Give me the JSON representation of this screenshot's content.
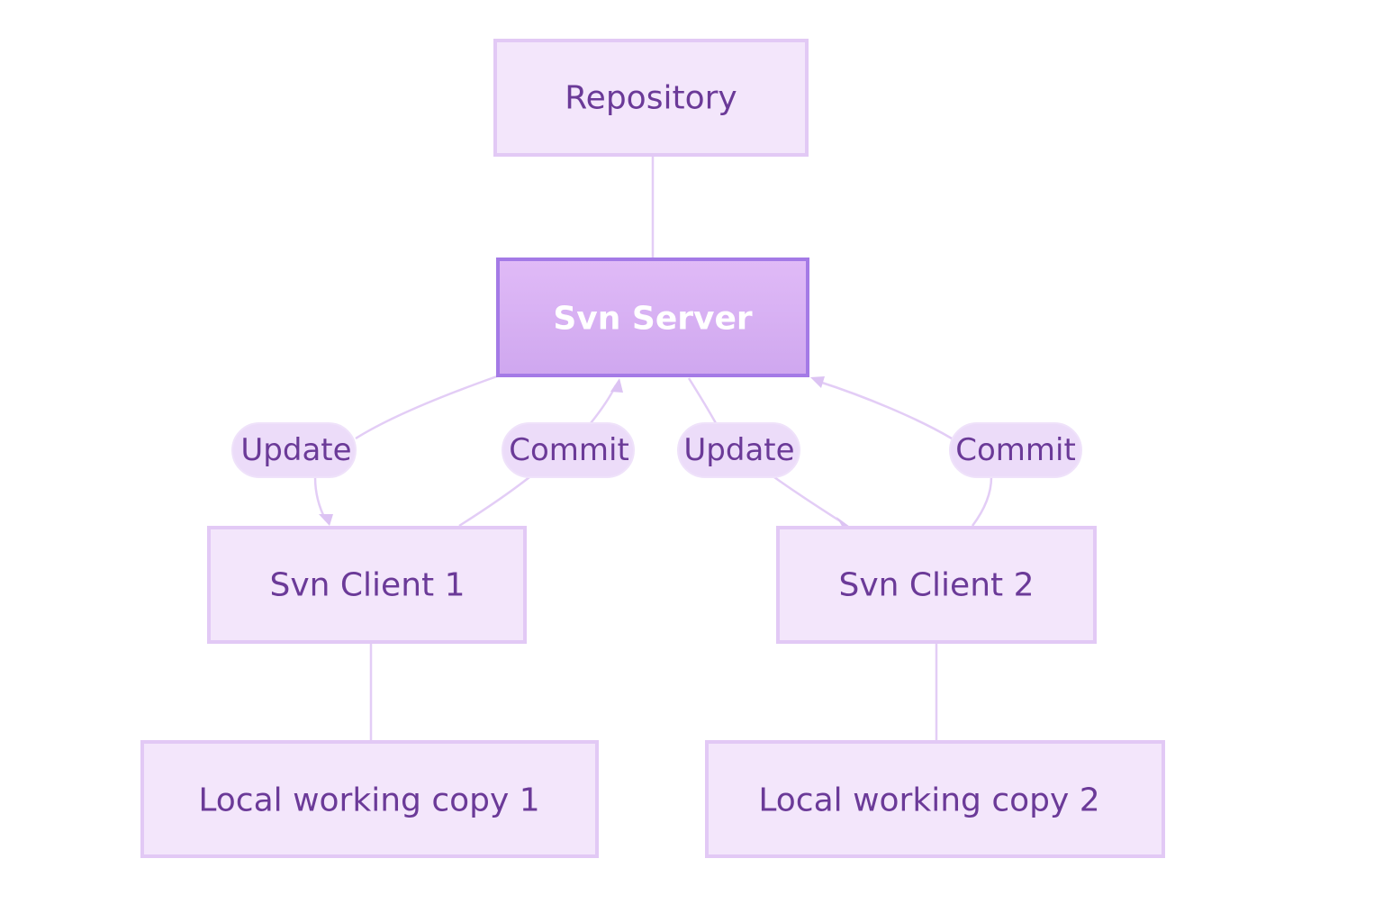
{
  "nodes": {
    "repository": "Repository",
    "server": "Svn Server",
    "client1": "Svn Client 1",
    "client2": "Svn Client 2",
    "local1": "Local working copy 1",
    "local2": "Local working copy 2"
  },
  "edges": {
    "update1": "Update",
    "commit1": "Commit",
    "update2": "Update",
    "commit2": "Commit"
  },
  "colors": {
    "node_fill": "#f3e6fb",
    "node_border": "#e2c9f5",
    "server_fill": "#d9b3f4",
    "server_border": "#a47ae6",
    "text": "#6b3a98",
    "edge": "#e3cdf6"
  }
}
